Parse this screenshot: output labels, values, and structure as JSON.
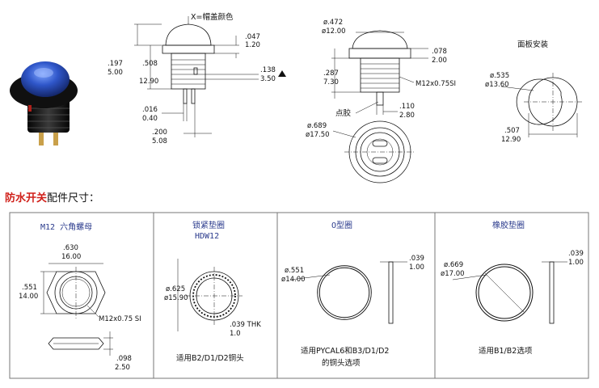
{
  "top": {
    "cap_label": "X=帽盖颜色",
    "d_047": ".047",
    "d_120": "1.20",
    "d_197": ".197",
    "d_500": "5.00",
    "d_508": ".508",
    "d_1290": "12.90",
    "d_138": ".138",
    "d_350": "3.50",
    "d_016": ".016",
    "d_040": "0.40",
    "d_200": ".200",
    "d_508mm": "5.08",
    "dia_472": "ø.472",
    "dia_1200": "ø12.00",
    "d_078": ".078",
    "d_200mm": "2.00",
    "d_287": ".287",
    "d_730": "7.30",
    "thread": "M12x0.75SI",
    "glue": "点胶",
    "d_110": ".110",
    "d_280": "2.80",
    "dia_689": "ø.689",
    "dia_1750": "ø17.50",
    "panel_title": "面板安装",
    "dia_535": "ø.535",
    "dia_1360": "ø13.60",
    "d_507": ".507",
    "d_1290b": "12.90"
  },
  "heading": {
    "red": "防水开关",
    "rest": "配件尺寸："
  },
  "panels": {
    "nut": {
      "title": "M12 六角螺母",
      "d_630": ".630",
      "d_1600": "16.00",
      "d_551": ".551",
      "d_1400": "14.00",
      "thread": "M12x0.75 SI",
      "d_098": ".098",
      "d_250": "2.50"
    },
    "lock": {
      "title": "锁紧垫圈",
      "subtitle": "HDW12",
      "dia_625": "ø.625",
      "dia_1590": "ø15.90",
      "thk": ".039 THK",
      "thk_mm": "1.0",
      "note": "适用B2/D1/D2铜头"
    },
    "oring": {
      "title": "O型圈",
      "dia_551": "ø.551",
      "dia_1400": "ø14.00",
      "d_039": ".039",
      "d_100": "1.00",
      "note1": "适用PYCAL6和B3/D1/D2",
      "note2": "的铜头选项"
    },
    "rubber": {
      "title": "橡胶垫圈",
      "dia_669": "ø.669",
      "dia_1700": "ø17.00",
      "d_039": ".039",
      "d_100": "1.00",
      "note": "适用B1/B2选项"
    }
  },
  "colors": {
    "cap_blue": "#2f56c9",
    "body_black": "#1a1a1a",
    "heading_red": "#d0201a",
    "title_blue": "#2a3a8c"
  }
}
